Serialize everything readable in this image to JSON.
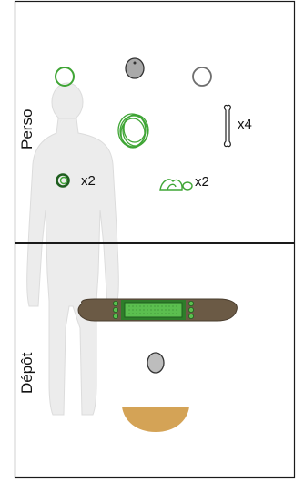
{
  "sections": {
    "perso": {
      "label": "Perso"
    },
    "depot": {
      "label": "Dépôt"
    }
  },
  "counts": {
    "bone": "x4",
    "green_ring": "x2",
    "shell": "x2"
  },
  "icons": {
    "silhouette": "human-silhouette-icon",
    "ring_green": "green-ring-icon",
    "pebble": "grey-pebble-icon",
    "ring_grey": "grey-ring-icon",
    "coil": "green-coil-icon",
    "bone": "bone-icon",
    "small_ring": "dark-green-ring-icon",
    "shells": "green-shells-icon",
    "board": "decorated-wooden-board-icon",
    "grey_stone": "grey-stone-icon",
    "bowl": "ochre-bowl-icon"
  },
  "colors": {
    "frame": "#1a1a1a",
    "silhouette": "#ececec",
    "green": "#3fa535",
    "dark_green": "#1f5e1f",
    "grey": "#6e6e6e",
    "board_wood": "#6b5a45",
    "board_panel": "#5bbf4f",
    "ochre": "#d4a356"
  }
}
